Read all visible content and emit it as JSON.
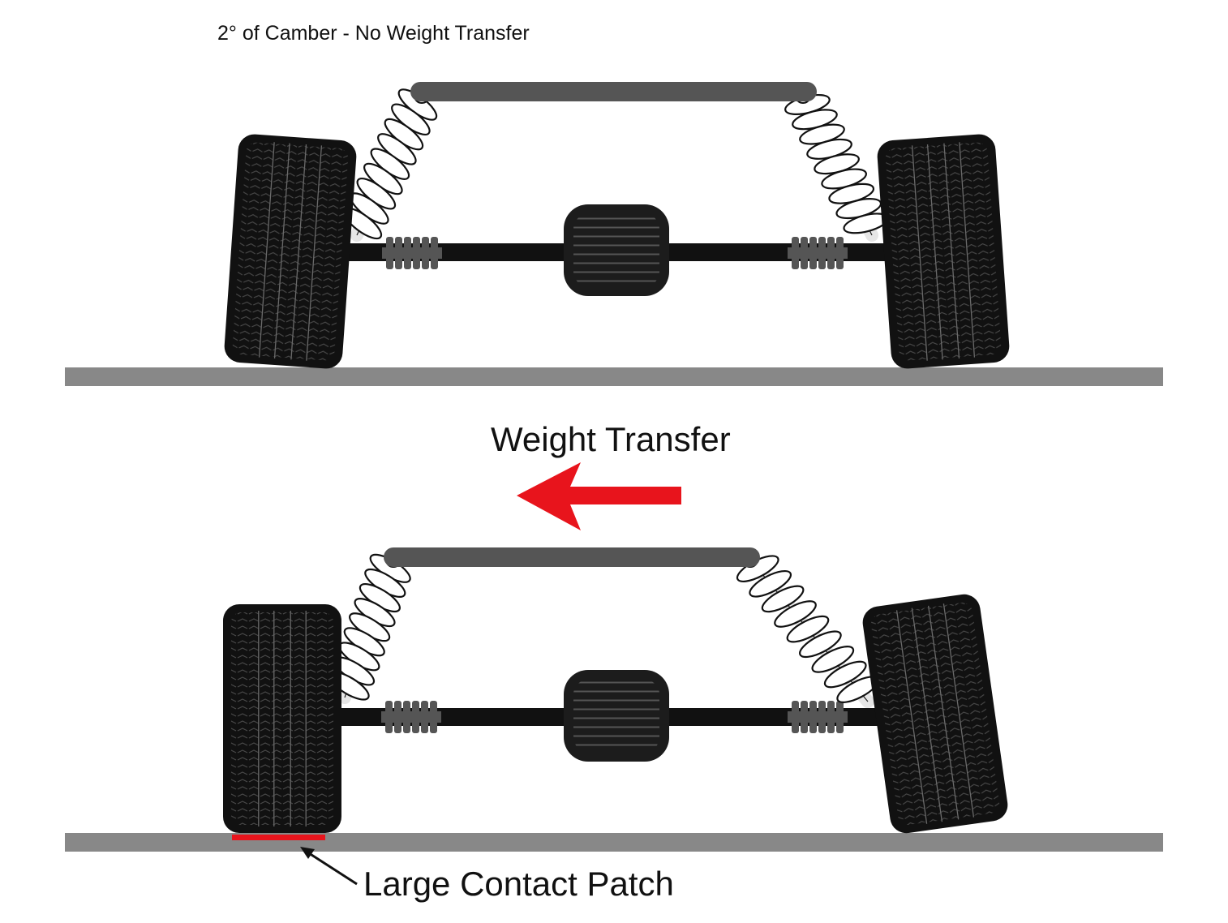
{
  "labels": {
    "top_caption": "2° of Camber - No Weight Transfer",
    "transfer_caption": "Weight Transfer",
    "patch_caption": "Large Contact Patch"
  },
  "colors": {
    "ground": "#888888",
    "bar": "#555555",
    "tire": "#111111",
    "arrow": "#e8141c",
    "contact_patch": "#e8141c",
    "boot": "#555555",
    "axle": "#111111",
    "differential": "#1c1c1c",
    "spring": "#ffffff"
  },
  "icons": {
    "arrow": "left-arrow-icon",
    "tire": "tire-icon",
    "spring": "coilover-spring-icon",
    "differential": "differential-icon"
  },
  "scenes": [
    {
      "name": "no-weight-transfer",
      "left_tire_camber_deg": 2,
      "right_tire_camber_deg": 2
    },
    {
      "name": "with-weight-transfer",
      "left_tire_camber_deg": 0,
      "right_tire_camber_deg": 4
    }
  ]
}
